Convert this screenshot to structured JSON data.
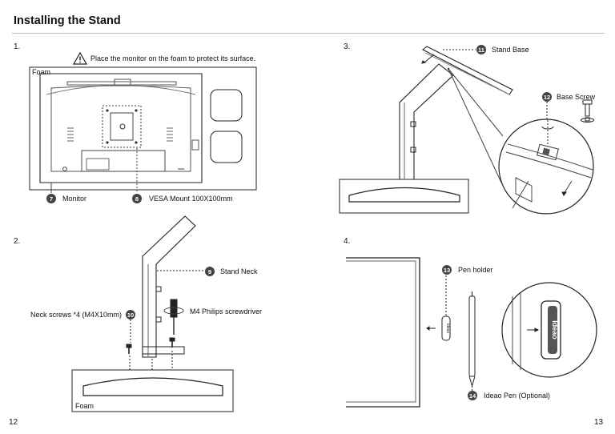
{
  "page": {
    "title": "Installing the Stand",
    "page_left": "12",
    "page_right": "13"
  },
  "steps": [
    {
      "number": "1."
    },
    {
      "number": "2."
    },
    {
      "number": "3."
    },
    {
      "number": "4."
    }
  ],
  "step1": {
    "warning": "Place the monitor on the foam to protect its surface.",
    "foam_label": "Foam",
    "callouts": [
      {
        "badge": "7",
        "label": "Monitor"
      },
      {
        "badge": "8",
        "label": "VESA Mount 100X100mm"
      }
    ]
  },
  "step2": {
    "foam_label": "Foam",
    "callouts": [
      {
        "badge": "9",
        "label": "Stand Neck"
      },
      {
        "badge": "10",
        "label": "Neck screws *4 (M4X10mm)"
      },
      {
        "label": "M4 Philips screwdriver"
      }
    ]
  },
  "step3": {
    "callouts": [
      {
        "badge": "11",
        "label": "Stand Base"
      },
      {
        "badge": "12",
        "label": "Base Screw"
      }
    ]
  },
  "step4": {
    "callouts": [
      {
        "badge": "13",
        "label": "Pen holder"
      },
      {
        "badge": "14",
        "label": "Ideao Pen (Optional)"
      }
    ],
    "brand_mark": "Ideao"
  },
  "icons": [
    "warning-icon",
    "screwdriver-icon",
    "rotation-arrow-icon"
  ]
}
